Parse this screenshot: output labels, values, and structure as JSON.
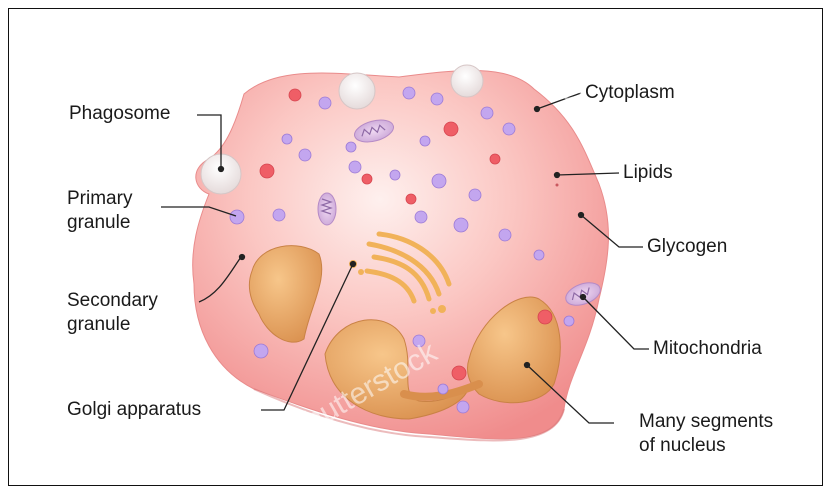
{
  "labels": {
    "phagosome": "Phagosome",
    "primary_granule": [
      "Primary",
      "granule"
    ],
    "secondary_granule": [
      "Secondary",
      "granule"
    ],
    "golgi_apparatus": "Golgi apparatus",
    "cytoplasm": "Cytoplasm",
    "lipids": "Lipids",
    "glycogen": "Glycogen",
    "mitochondria": "Mitochondria",
    "nucleus": [
      "Many segments",
      "of nucleus"
    ]
  },
  "watermark": "shutterstock",
  "colors": {
    "cell_body": "#f6a8a6",
    "cell_highlight": "#fde7e4",
    "nucleus": "#e8a764",
    "granule_primary": "#b99ae8",
    "granule_secondary": "#ef5660",
    "phagosome": "#ffffff",
    "leader_line": "#222222"
  }
}
